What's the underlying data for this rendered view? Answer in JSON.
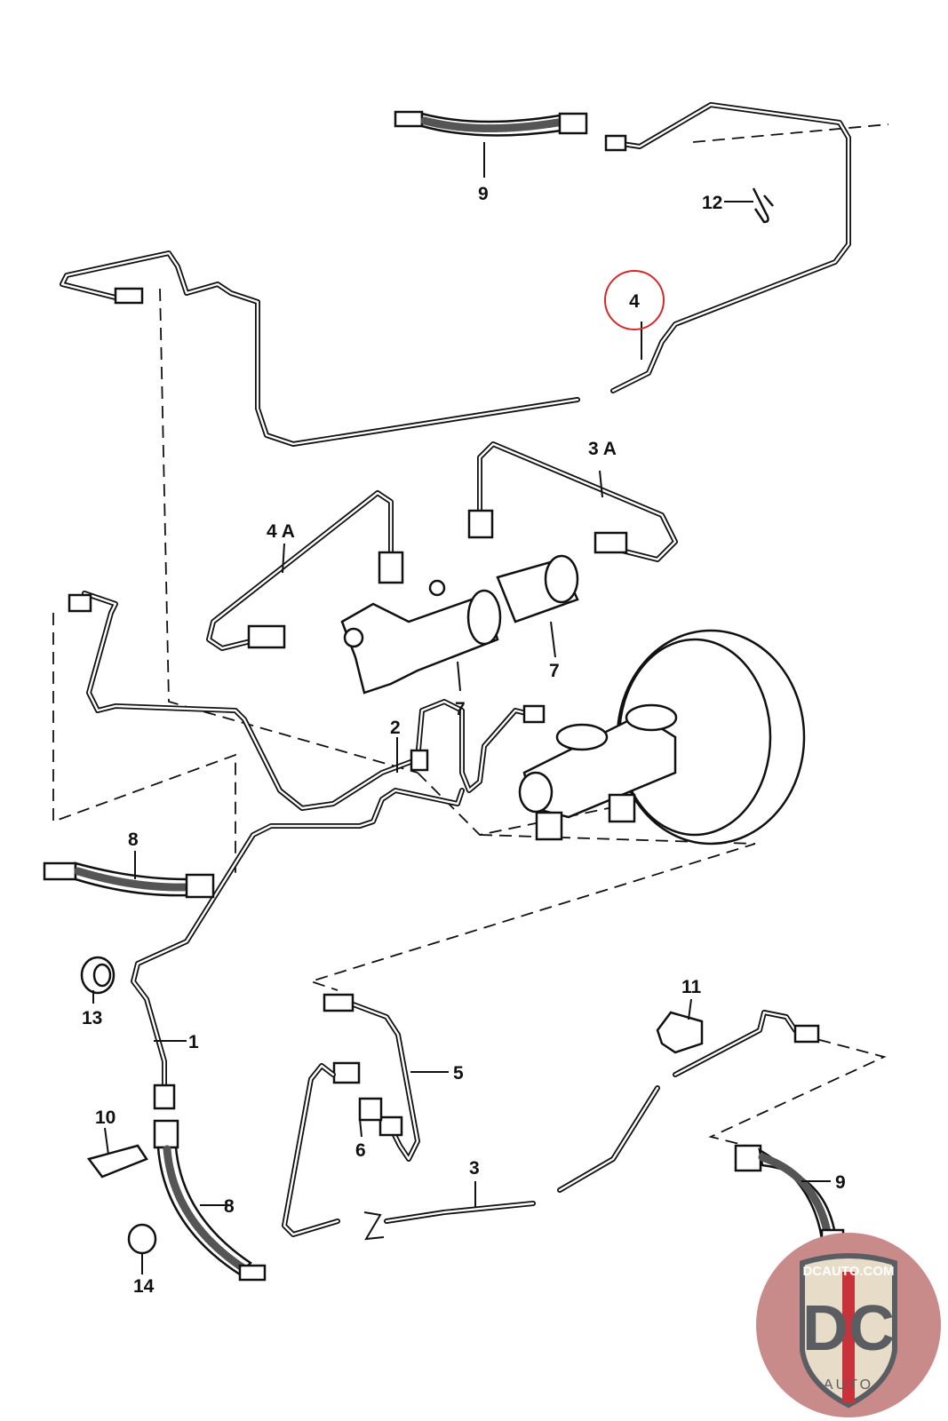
{
  "diagram": {
    "labels": {
      "l9a": "9",
      "l12": "12",
      "l4": "4",
      "l3a": "3 A",
      "l4a": "4 A",
      "l7a": "7",
      "l7b": "7",
      "l2": "2",
      "l8a": "8",
      "l13": "13",
      "l1": "1",
      "l10": "10",
      "l8b": "8",
      "l14": "14",
      "l5": "5",
      "l6": "6",
      "l3": "3",
      "l11": "11",
      "l9b": "9"
    },
    "highlighted_part": "4",
    "highlight_color": "#d62828"
  },
  "logo": {
    "top_text": "DCAUTO.COM",
    "main_text": "DC",
    "sub_text": "AUTO",
    "colors": {
      "background": "#c98a8a",
      "shield": "#e6dcc8",
      "letters": "#5a5e62",
      "stripe": "#c8323a"
    }
  }
}
